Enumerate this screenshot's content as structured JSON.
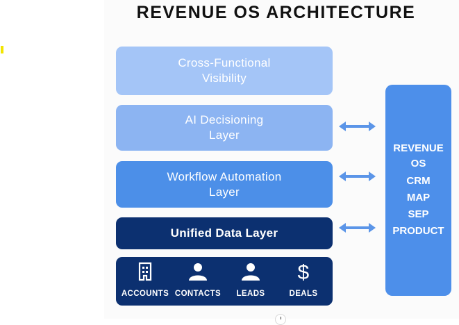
{
  "title": "REVENUE OS ARCHITECTURE",
  "colors": {
    "layer_visibility": "#a4c5f7",
    "layer_ai": "#8cb4f2",
    "layer_workflow": "#4c8fe8",
    "layer_data": "#0c3070",
    "side_panel": "#4d8fea",
    "arrow": "#5b95e8"
  },
  "layers": [
    {
      "line1": "Cross-Functional",
      "line2": "Visibility"
    },
    {
      "line1": "AI Decisioning",
      "line2": "Layer"
    },
    {
      "line1": "Workflow Automation",
      "line2": "Layer"
    },
    {
      "line1": "Unified Data Layer"
    }
  ],
  "entities": [
    {
      "icon": "building-icon",
      "label": "ACCOUNTS"
    },
    {
      "icon": "person-icon",
      "label": "CONTACTS"
    },
    {
      "icon": "person-icon",
      "label": "LEADS"
    },
    {
      "icon": "dollar-icon",
      "label": "DEALS"
    }
  ],
  "side_panel": {
    "title_line1": "REVENUE",
    "title_line2": "OS",
    "items": [
      "CRM",
      "MAP",
      "SEP",
      "PRODUCT"
    ]
  },
  "arrows": [
    "bidirectional-arrow-icon",
    "bidirectional-arrow-icon",
    "bidirectional-arrow-icon"
  ]
}
